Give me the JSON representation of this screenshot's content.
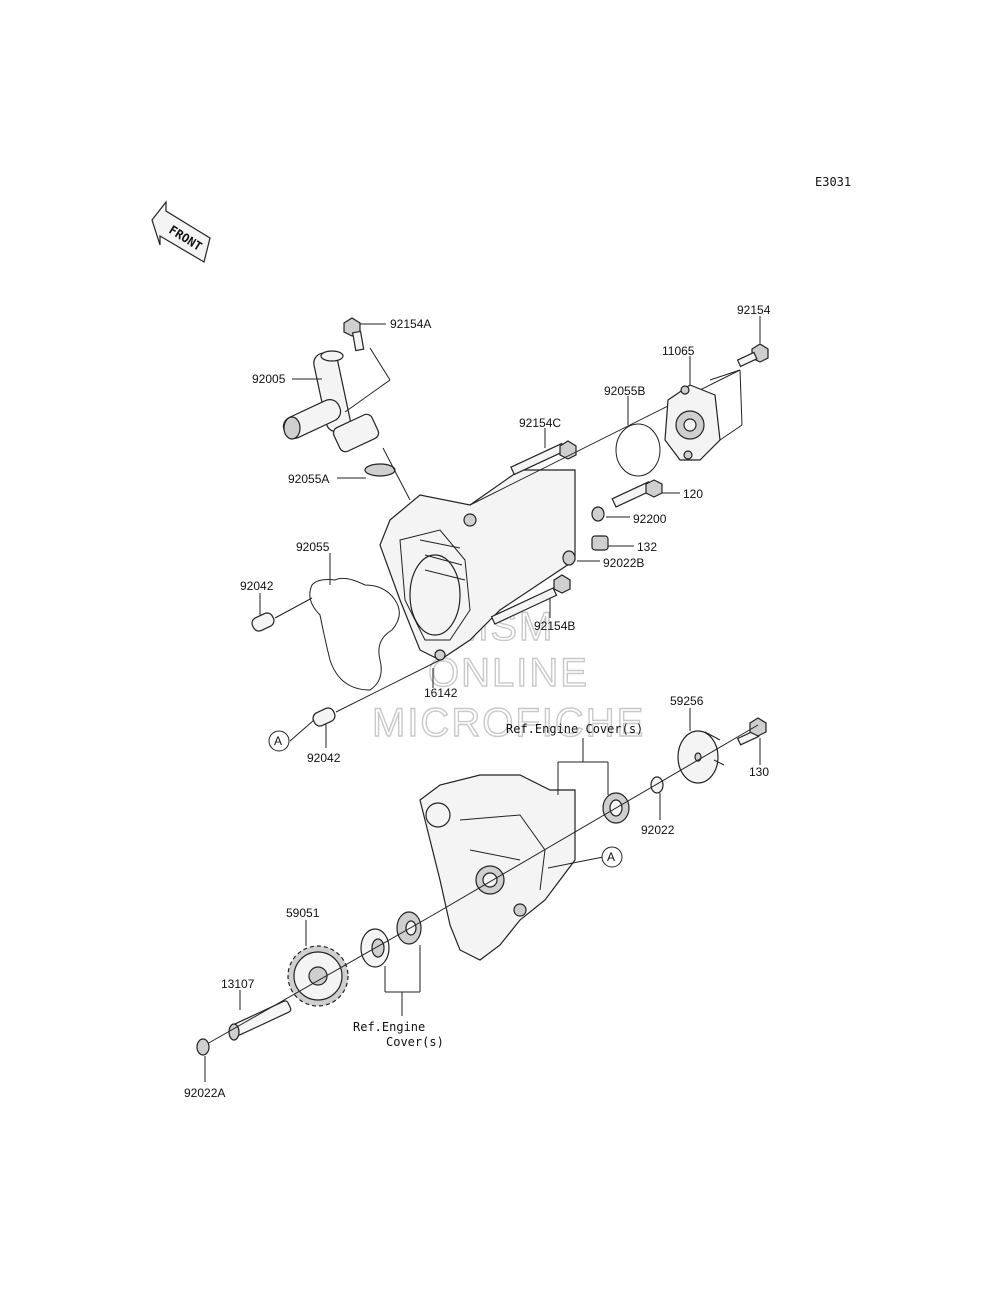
{
  "diagram_code": "E3031",
  "front_arrow_label": "FRONT",
  "watermark": [
    "MSM",
    "ONLINE",
    "MICROFICHE"
  ],
  "ref_marker": "A",
  "parts": {
    "p92154A": "92154A",
    "p92005": "92005",
    "p92055A": "92055A",
    "p92055": "92055",
    "p92042_top": "92042",
    "p92042_bottom": "92042",
    "p16142": "16142",
    "p92154C": "92154C",
    "p92055B": "92055B",
    "p11065": "11065",
    "p92154": "92154",
    "p120": "120",
    "p92200": "92200",
    "p132": "132",
    "p92022B": "92022B",
    "p92154B": "92154B",
    "p59256": "59256",
    "p130": "130",
    "p92022": "92022",
    "p59051": "59051",
    "p13107": "13107",
    "p92022A": "92022A"
  },
  "refs": {
    "top_line": "Ref.Engine Cover(s)",
    "bottom_line1": "Ref.Engine",
    "bottom_line2": "Cover(s)"
  }
}
